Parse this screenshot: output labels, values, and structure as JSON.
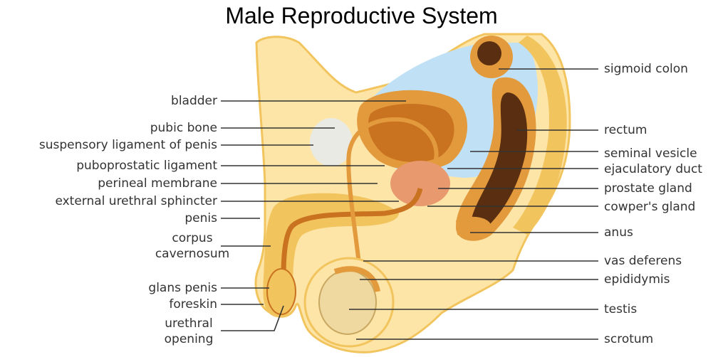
{
  "title": "Male Reproductive System",
  "colors": {
    "skin": "#fde5a8",
    "skin_dark": "#f2c45e",
    "organ": "#e39a3c",
    "organ_dark": "#c97220",
    "prostate": "#e89a6e",
    "cavity": "#bfe0f5",
    "rectum": "#5a2e10",
    "bone": "#eaeae5",
    "line": "#333333"
  },
  "labels_left": {
    "bladder": "bladder",
    "pubic_bone": "pubic bone",
    "suspensory_ligament": "suspensory ligament of penis",
    "puboprostatic_ligament": "puboprostatic ligament",
    "perineal_membrane": "perineal membrane",
    "external_urethral_sphincter": "external urethral sphincter",
    "penis": "penis",
    "corpus_cavernosum_1": "corpus",
    "corpus_cavernosum_2": "cavernosum",
    "glans_penis": "glans penis",
    "foreskin": "foreskin",
    "urethral_opening_1": "urethral",
    "urethral_opening_2": "opening"
  },
  "labels_right": {
    "sigmoid_colon": "sigmoid colon",
    "rectum": "rectum",
    "seminal_vesicle": "seminal vesicle",
    "ejaculatory_duct": "ejaculatory duct",
    "prostate_gland": "prostate gland",
    "cowpers_gland": "cowper's gland",
    "anus": "anus",
    "vas_deferens": "vas deferens",
    "epididymis": "epididymis",
    "testis": "testis",
    "scrotum": "scrotum"
  }
}
